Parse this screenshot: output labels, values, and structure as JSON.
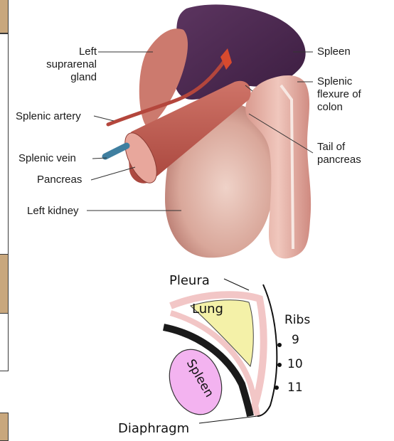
{
  "anatomy": {
    "labels": {
      "left_suprarenal_gland": "Left\nsuprarenal\ngland",
      "splenic_artery": "Splenic artery",
      "splenic_vein": "Splenic vein",
      "pancreas": "Pancreas",
      "left_kidney": "Left kidney",
      "spleen": "Spleen",
      "splenic_flexure": "Splenic\nflexure of\ncolon",
      "tail_of_pancreas": "Tail of\npancreas"
    }
  },
  "cross_section": {
    "labels": {
      "pleura": "Pleura",
      "lung": "Lung",
      "ribs": "Ribs",
      "rib_9": "9",
      "rib_10": "10",
      "rib_11": "11",
      "spleen": "Spleen",
      "diaphragm": "Diaphragm"
    }
  },
  "colors": {
    "spleen_purple": "#4e2a52",
    "kidney_pink": "#d9a79a",
    "pancreas_red": "#b8554a",
    "colon_pink": "#e3b3a7",
    "artery_red": "#b4463c",
    "vein_blue": "#3f7fa0",
    "lung_yellow": "#f4f1a8",
    "pleura_pink": "#f2c6c6",
    "spleen_section": "#f3b3f0",
    "tab_tan": "#c8a77d"
  }
}
